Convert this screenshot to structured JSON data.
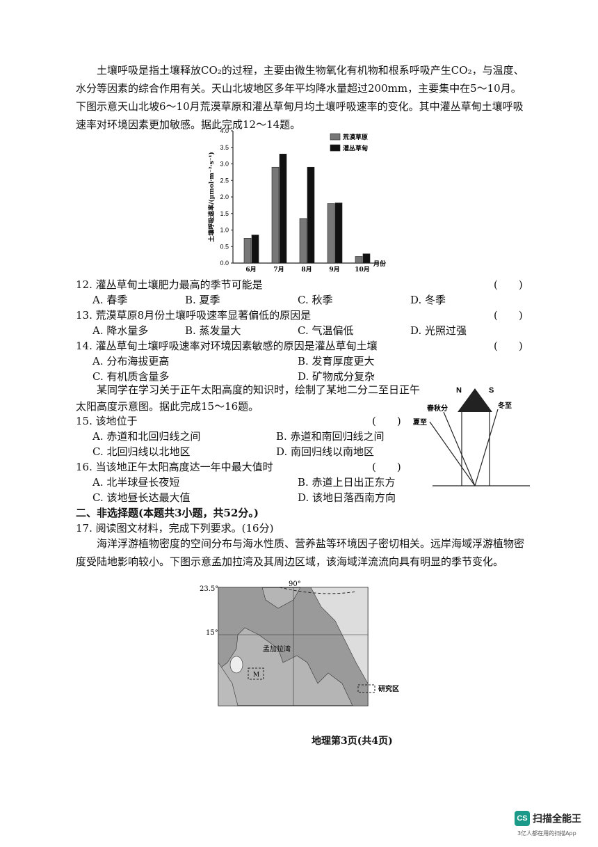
{
  "passage1": {
    "text": "土壤呼吸是指土壤释放CO₂的过程，主要由微生物氧化有机物和根系呼吸产生CO₂，与温度、水分等因素的综合作用有关。天山北坡地区多年平均降水量超过200mm，主要集中在5～10月。下图示意天山北坡6～10月荒漠草原和灌丛草甸月均土壤呼吸速率的变化。其中灌丛草甸土壤呼吸速率对环境因素更加敏感。据此完成12～14题。"
  },
  "chart_data": {
    "type": "bar",
    "categories": [
      "6月",
      "7月",
      "8月",
      "9月",
      "10月"
    ],
    "series": [
      {
        "name": "荒漠草原",
        "values": [
          0.75,
          2.9,
          1.35,
          1.8,
          0.2
        ],
        "color": "#777777"
      },
      {
        "name": "灌丛草甸",
        "values": [
          0.85,
          3.3,
          2.9,
          1.82,
          0.28
        ],
        "color": "#111111"
      }
    ],
    "ylabel": "土壤呼吸速率/(μmol·m⁻²·s⁻¹)",
    "xlabel": "月份",
    "ylim": [
      0,
      4.0
    ],
    "yticks": [
      "0.0",
      "0.5",
      "1.0",
      "1.5",
      "2.0",
      "2.5",
      "3.0",
      "3.5",
      "4.0"
    ],
    "legend": "top-right"
  },
  "q12": {
    "stem": "12. 灌丛草甸土壤肥力最高的季节可能是",
    "bracket": "(　　)",
    "options": [
      "A. 春季",
      "B. 夏季",
      "C. 秋季",
      "D. 冬季"
    ]
  },
  "q13": {
    "stem": "13. 荒漠草原8月份土壤呼吸速率显著偏低的原因是",
    "bracket": "(　　)",
    "options": [
      "A. 降水量多",
      "B. 蒸发量大",
      "C. 气温偏低",
      "D. 光照过强"
    ]
  },
  "q14": {
    "stem": "14. 灌丛草甸土壤呼吸速率对环境因素敏感的原因是灌丛草甸土壤",
    "bracket": "(　　)",
    "options": [
      "A. 分布海拔更高",
      "B. 发育厚度更大",
      "C. 有机质含量多",
      "D. 矿物成分复杂"
    ]
  },
  "passage2": {
    "text": "某同学在学习关于正午太阳高度的知识时，绘制了某地二分二至日正午太阳高度示意图。据此完成15～16题。"
  },
  "sun_diagram": {
    "n": "N",
    "s": "S",
    "equinox": "春秋分",
    "winter": "冬至",
    "summer": "夏至"
  },
  "q15": {
    "stem": "15. 该地位于",
    "bracket": "(　　)",
    "options": [
      "A. 赤道和北回归线之间",
      "B. 赤道和南回归线之间",
      "C. 北回归线以北地区",
      "D. 南回归线以南地区"
    ]
  },
  "q16": {
    "stem": "16. 当该地正午太阳高度达一年中最大值时",
    "bracket": "(　　)",
    "options": [
      "A. 北半球昼长夜短",
      "B. 赤道上日出正东方",
      "C. 该地昼长达最大值",
      "D. 该地日落西南方向"
    ]
  },
  "section2": "二、非选择题(本题共3小题，共52分。)",
  "q17": {
    "stem": "17. 阅读图文材料，完成下列要求。(16分)",
    "text": "海洋浮游植物密度的空间分布与海水性质、营养盐等环境因子密切相关。远岸海域浮游植物密度受陆地影响较小。下图示意孟加拉湾及其周边区域，该海域洋流流向具有明显的季节变化。"
  },
  "map": {
    "lat1": "23.5°",
    "lat2": "15°",
    "lon": "90°",
    "bay": "孟加拉湾",
    "legend": "研究区",
    "box": "M"
  },
  "footer": "地理第3页(共4页)",
  "watermark": {
    "brand": "扫描全能王",
    "logo": "CS",
    "sub": "3亿人都在用的扫描App"
  }
}
